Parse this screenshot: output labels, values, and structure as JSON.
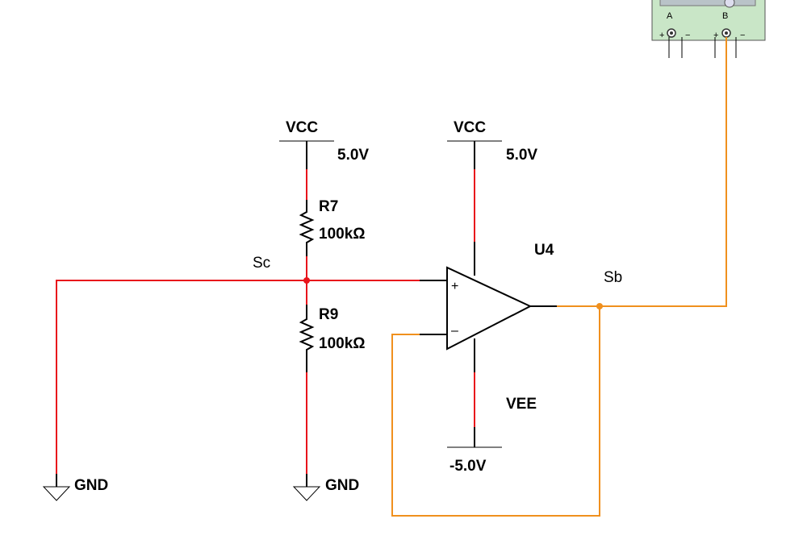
{
  "instrument": {
    "channel_a": "A",
    "channel_b": "B",
    "plus": "+",
    "minus": "−"
  },
  "vcc1": {
    "name": "VCC",
    "value": "5.0V"
  },
  "vcc2": {
    "name": "VCC",
    "value": "5.0V"
  },
  "r7": {
    "name": "R7",
    "value": "100kΩ"
  },
  "r9": {
    "name": "R9",
    "value": "100kΩ"
  },
  "opamp": {
    "name": "U4",
    "plus": "+",
    "minus": "–"
  },
  "vee": {
    "name": "VEE",
    "value": "-5.0V"
  },
  "nets": {
    "sc": "Sc",
    "sb": "Sb"
  },
  "gnd1": {
    "name": "GND"
  },
  "gnd2": {
    "name": "GND"
  },
  "colors": {
    "red_wire": "#e8141b",
    "orange_wire": "#f0901e",
    "instrument_panel": "#c9e6c7"
  }
}
